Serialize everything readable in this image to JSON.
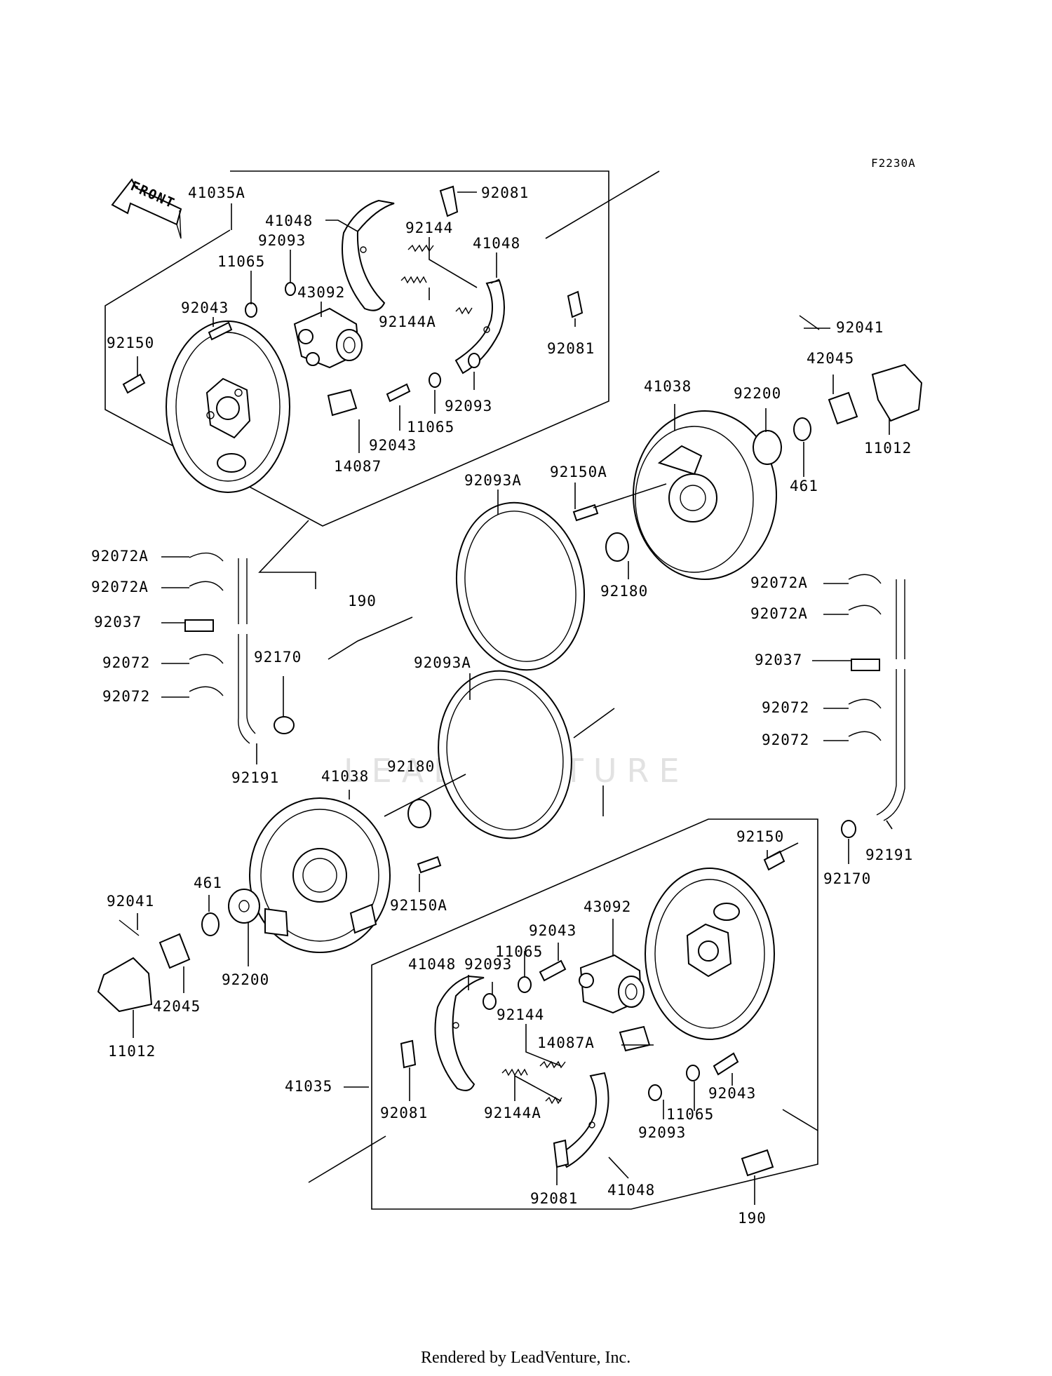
{
  "diagram": {
    "code": "F2230A",
    "front_label": "FRONT",
    "watermark": "LEADVENTURE",
    "footer": "Rendered by LeadVenture, Inc.",
    "labels": [
      "41035A",
      "92081",
      "41048",
      "92093",
      "92144",
      "41048",
      "11065",
      "92043",
      "43092",
      "92144A",
      "92150",
      "92081",
      "92093",
      "11065",
      "92043",
      "14087",
      "92041",
      "42045",
      "11012",
      "41038",
      "92200",
      "461",
      "92150A",
      "92093A",
      "92180",
      "190",
      "92072A",
      "92072A",
      "92037",
      "92072",
      "92072",
      "92170",
      "92191",
      "92093A",
      "92072A",
      "92072A",
      "92037",
      "92072",
      "92072",
      "92191",
      "92170",
      "41038",
      "92180",
      "92150A",
      "461",
      "92200",
      "92041",
      "42045",
      "11012",
      "92150",
      "43092",
      "92043",
      "11065",
      "41048",
      "92093",
      "92144",
      "14087A",
      "41035",
      "92081",
      "92144A",
      "92093",
      "11065",
      "92043",
      "41048",
      "92081",
      "190"
    ]
  }
}
